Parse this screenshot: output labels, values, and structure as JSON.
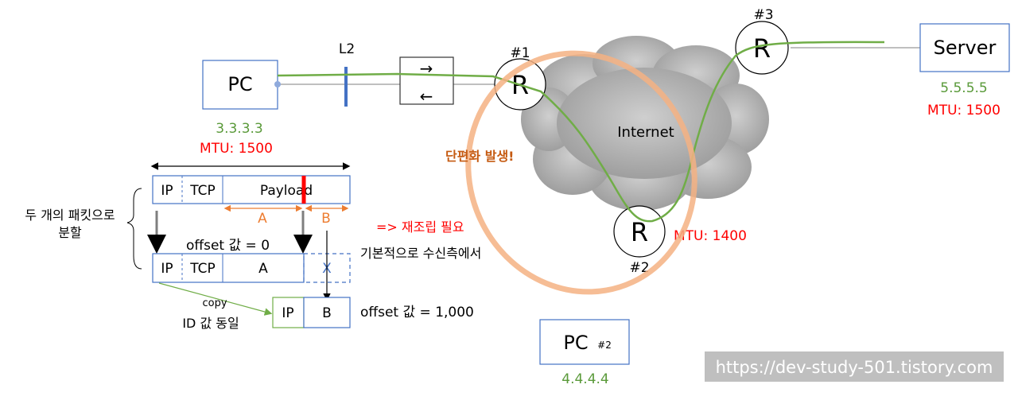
{
  "diagram": {
    "pc": {
      "label": "PC",
      "ip": "3.3.3.3",
      "mtu": "MTU: 1500"
    },
    "switch": {
      "label": "L2",
      "arrow_right": "→",
      "arrow_left": "←"
    },
    "router1": {
      "label": "R",
      "tag": "#1"
    },
    "router2": {
      "label": "R",
      "tag": "#2",
      "mtu": "MTU: 1400"
    },
    "router3": {
      "label": "R",
      "tag": "#3"
    },
    "cloud": {
      "label": "Internet"
    },
    "server": {
      "label": "Server",
      "ip": "5.5.5.5",
      "mtu": "MTU: 1500"
    },
    "pc2": {
      "label": "PC",
      "tag": "#2",
      "ip": "4.4.4.4"
    },
    "fragmentation_note": "단편화 발생!",
    "reassembly_note": "=> 재조립 필요",
    "receiver_note": "기본적으로 수신측에서",
    "split_note": [
      "두 개의 패킷으로",
      "분할"
    ],
    "packet": {
      "ip": "IP",
      "tcp": "TCP",
      "payload": "Payload",
      "part_a": "A",
      "part_b": "B"
    },
    "fragment1": {
      "offset": "offset 값 = 0",
      "ip": "IP",
      "tcp": "TCP",
      "a": "A",
      "x": "X"
    },
    "fragment2": {
      "ip": "IP",
      "b": "B",
      "offset": "offset 값 = 1,000"
    },
    "copy_note": "copy",
    "id_note": "ID 값 동일",
    "watermark": "https://dev-study-501.tistory.com",
    "colors": {
      "green": "#5a9a3a",
      "red": "#ff0000",
      "orange": "#ed7d31",
      "blue": "#4472c4",
      "brown": "#c55a11"
    }
  }
}
